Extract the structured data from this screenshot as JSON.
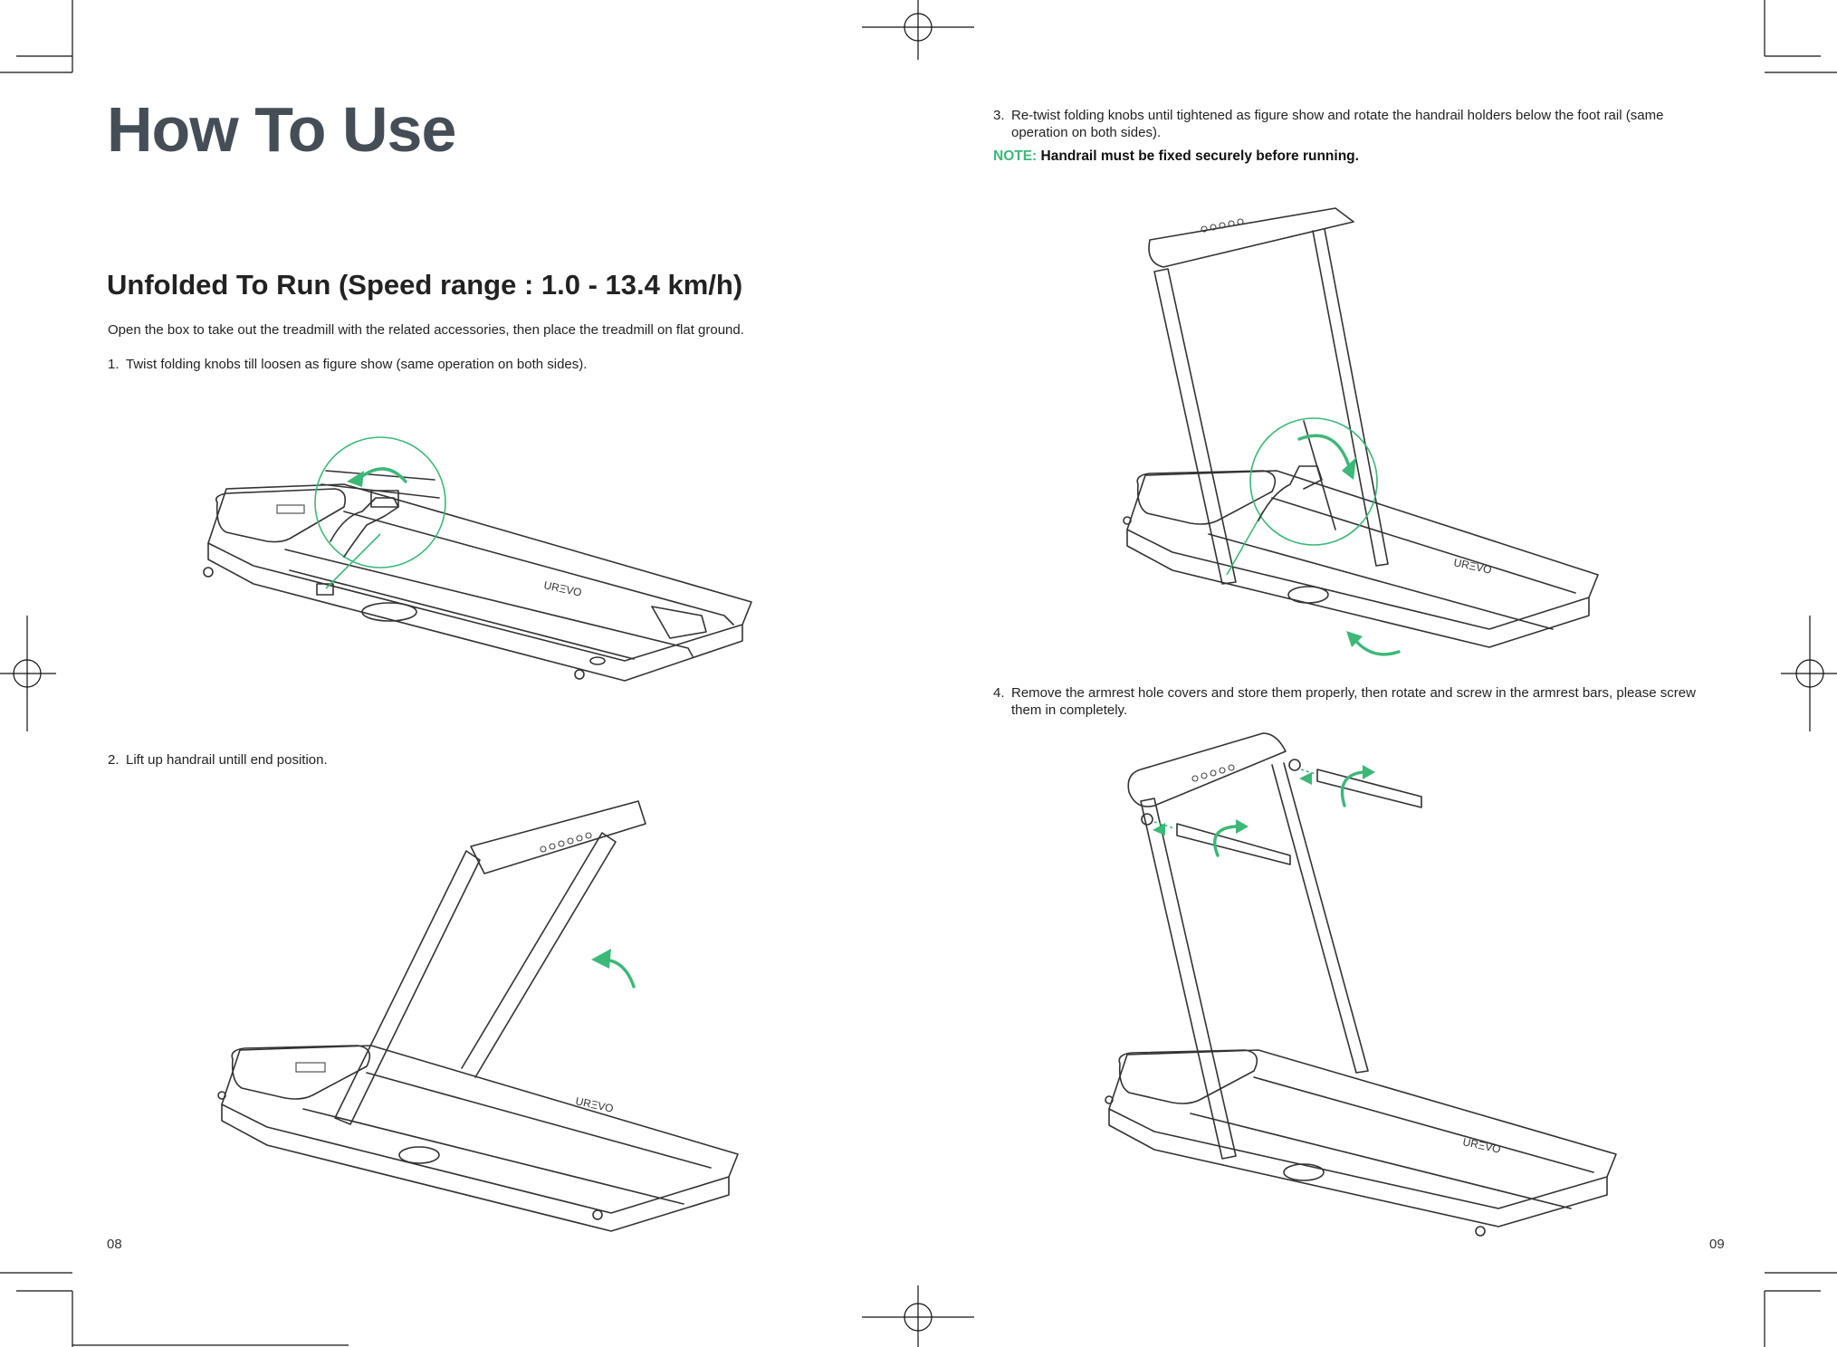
{
  "page_title": "How To Use",
  "section_title": "Unfolded To Run (Speed range : 1.0 - 13.4 km/h)",
  "intro": "Open the box to take out the treadmill with the related accessories, then place the treadmill on flat ground.",
  "steps": [
    {
      "num": "1.",
      "text": "Twist folding knobs till loosen as figure show (same operation on both sides)."
    },
    {
      "num": "2.",
      "text": "Lift up handrail untill end position."
    },
    {
      "num": "3.",
      "text": "Re-twist folding knobs until tightened as figure show and rotate the handrail holders below the foot rail (same operation on both sides)."
    },
    {
      "num": "4.",
      "text": "Remove the armrest hole covers and store them properly, then rotate and screw in the armrest bars, please screw them in completely."
    }
  ],
  "note": {
    "label": "NOTE:",
    "text": "Handrail must be fixed securely before running."
  },
  "page_numbers": {
    "left": "08",
    "right": "09"
  },
  "colors": {
    "accent": "#3cb878",
    "title": "#454e57",
    "text": "#222222"
  }
}
